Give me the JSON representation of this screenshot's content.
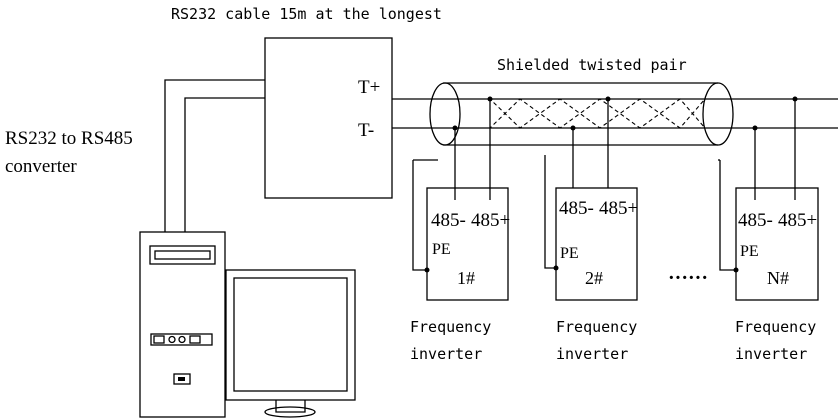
{
  "labels": {
    "cable_note": "RS232 cable 15m at the longest",
    "converter_line1": "RS232 to RS485",
    "converter_line2": "converter",
    "twisted_pair": "Shielded twisted pair",
    "t_plus": "T+",
    "t_minus": "T-",
    "ellipsis": "······"
  },
  "inverters": [
    {
      "neg": "485-",
      "pos": "485+",
      "pe": "PE",
      "id": "1#",
      "caption1": "Frequency",
      "caption2": "inverter"
    },
    {
      "neg": "485-",
      "pos": "485+",
      "pe": "PE",
      "id": "2#",
      "caption1": "Frequency",
      "caption2": "inverter"
    },
    {
      "neg": "485-",
      "pos": "485+",
      "pe": "PE",
      "id": "N#",
      "caption1": "Frequency",
      "caption2": "inverter"
    }
  ]
}
